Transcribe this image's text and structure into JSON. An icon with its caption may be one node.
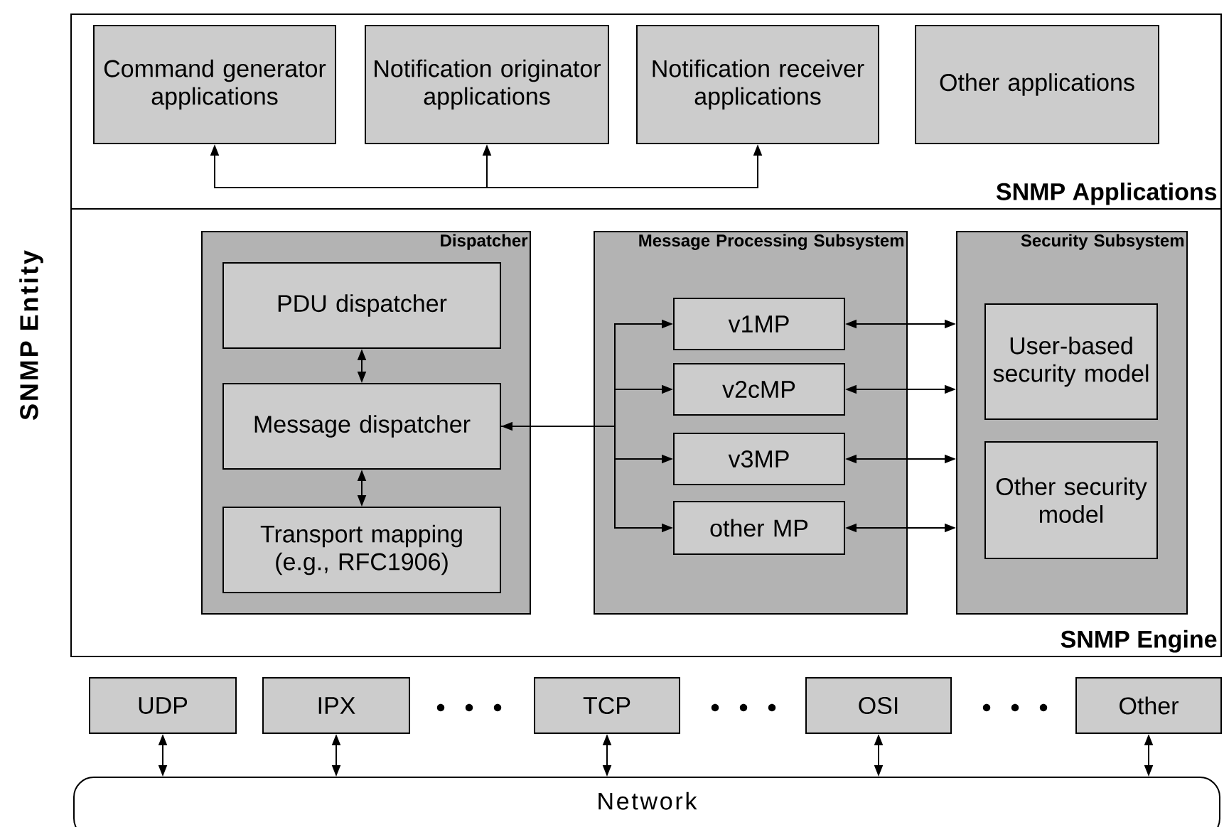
{
  "diagram": {
    "nodes": [
      {
        "text": [
          "SNMP Entity"
        ]
      },
      {
        "text": [
          "SNMP Applications"
        ],
        "in": 0
      },
      {
        "text": [
          "Command generator applications"
        ],
        "in": 1
      },
      {
        "text": [
          "Notification originator applications"
        ],
        "in": 1
      },
      {
        "text": [
          "Notification receiver applications"
        ],
        "in": 1
      },
      {
        "text": [
          "Other applications"
        ],
        "in": 1
      },
      {
        "text": [
          "SNMP Engine"
        ],
        "in": 0
      },
      {
        "text": [
          "Dispatcher"
        ],
        "in": 6
      },
      {
        "text": [
          "PDU dispatcher"
        ],
        "in": 7
      },
      {
        "text": [
          "Message dispatcher"
        ],
        "in": 7
      },
      {
        "text": [
          "Transport mapping (e.g., RFC1906)"
        ],
        "in": 7
      },
      {
        "text": [
          "Message Processing Subsystem"
        ],
        "in": 6
      },
      {
        "text": [
          "v1MP"
        ],
        "in": 11
      },
      {
        "text": [
          "v2cMP"
        ],
        "in": 11
      },
      {
        "text": [
          "v3MP"
        ],
        "in": 11
      },
      {
        "text": [
          "other MP"
        ],
        "in": 11
      },
      {
        "text": [
          "Security Subsystem"
        ],
        "in": 6
      },
      {
        "text": [
          "User-based security model"
        ],
        "in": 16
      },
      {
        "text": [
          "Other security model"
        ],
        "in": 16
      },
      {
        "text": [
          "UDP"
        ]
      },
      {
        "text": [
          "IPX"
        ]
      },
      {
        "text": [
          "TCP"
        ]
      },
      {
        "text": [
          "OSI"
        ]
      },
      {
        "text": [
          "Other"
        ]
      },
      {
        "text": [
          "Network"
        ]
      }
    ],
    "edges": [
      {
        "from": null,
        "to": 2,
        "arrow": "to"
      },
      {
        "from": null,
        "to": 3,
        "arrow": "to"
      },
      {
        "from": null,
        "to": 4,
        "arrow": "to"
      },
      {
        "from": 8,
        "to": 9,
        "arrow": "both"
      },
      {
        "from": 9,
        "to": 10,
        "arrow": "both"
      },
      {
        "from": 9,
        "to": 12,
        "arrow": "both"
      },
      {
        "from": 9,
        "to": 13,
        "arrow": "to"
      },
      {
        "from": 9,
        "to": 14,
        "arrow": "to"
      },
      {
        "from": 9,
        "to": 15,
        "arrow": "to"
      },
      {
        "from": 12,
        "to": 16,
        "arrow": "both"
      },
      {
        "from": 13,
        "to": 16,
        "arrow": "both"
      },
      {
        "from": 14,
        "to": 16,
        "arrow": "both"
      },
      {
        "from": 15,
        "to": 16,
        "arrow": "both"
      },
      {
        "from": 19,
        "to": 24,
        "arrow": "both"
      },
      {
        "from": 20,
        "to": 24,
        "arrow": "both"
      },
      {
        "from": 21,
        "to": 24,
        "arrow": "both"
      },
      {
        "from": 22,
        "to": 24,
        "arrow": "both"
      },
      {
        "from": 23,
        "to": 24,
        "arrow": "both"
      }
    ]
  }
}
